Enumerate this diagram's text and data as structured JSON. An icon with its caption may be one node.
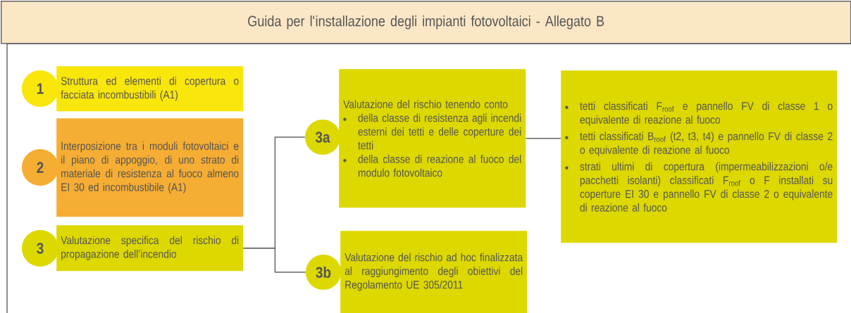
{
  "diagram": {
    "title": "Guida per l'installazione degli impianti fotovoltaici - Allegato B",
    "nodes": [
      {
        "text": [
          "1"
        ]
      },
      {
        "text": [
          "Struttura ed elementi di copertura o facciata incombustibili (A1)"
        ]
      },
      {
        "text": [
          "2"
        ]
      },
      {
        "text": [
          "Interposizione tra i moduli fotovoltaici e il piano di appoggio, di uno strato di materiale di resistenza al fuoco almeno EI 30 ed incombustibile (A1)"
        ]
      },
      {
        "text": [
          "3"
        ]
      },
      {
        "text": [
          "Valutazione specifica del rischio di propagazione dell’incendio"
        ]
      },
      {
        "text": [
          "3a"
        ]
      },
      {
        "text": [
          "Valutazione del rischio tenendo conto",
          "della classe di resistenza agli incendi esterni dei tetti e delle coperture dei tetti",
          "della classe di reazione al fuoco del modulo fotovoltaico"
        ]
      },
      {
        "text": [
          "3b"
        ]
      },
      {
        "text": [
          "Valutazione del rischio ad hoc finalizzata al raggiungimento degli obiettivi del Regolamento UE 305/2011"
        ]
      },
      {
        "text": [
          "tetti classificati F$_{roof}$ e pannello FV di classe 1 o equivalente di reazione al fuoco",
          "tetti classificati B$_{roof}$ (t2, t3, t4) e pannello FV di classe 2 o equivalente di reazione al fuoco",
          "strati ultimi di copertura (impermeabilizzazioni o/e pacchetti isolanti) classificati F$_{roof}$ o F installati su coperture EI 30 e pannello FV di classe 2 o equivalente di reazione al fuoco"
        ]
      }
    ],
    "edges": [
      {
        "from": 5,
        "to": 6,
        "arrow": "none"
      },
      {
        "from": 5,
        "to": 8,
        "arrow": "none"
      },
      {
        "from": 7,
        "to": 10,
        "arrow": "none"
      }
    ]
  }
}
